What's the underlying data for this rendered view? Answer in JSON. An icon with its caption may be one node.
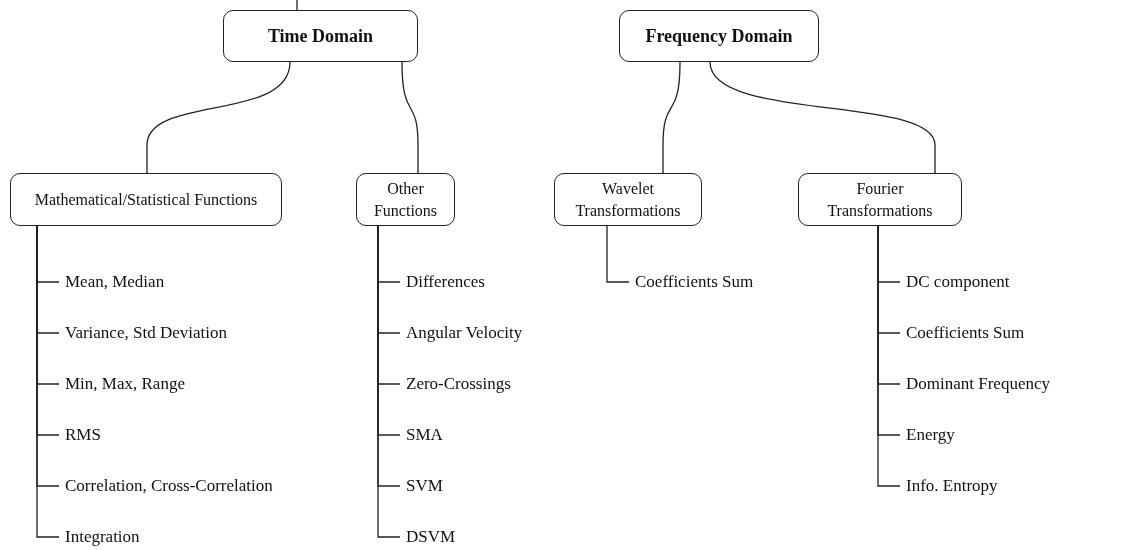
{
  "diagram": {
    "nodes": [
      {
        "text": [
          "Time Domain"
        ]
      },
      {
        "text": [
          "Frequency Domain"
        ]
      },
      {
        "text": [
          "Mathematical/Statistical Functions"
        ]
      },
      {
        "text": [
          "Other Functions"
        ]
      },
      {
        "text": [
          "Wavelet Transformations"
        ]
      },
      {
        "text": [
          "Fourier Transformations"
        ]
      },
      {
        "text": [
          "Mean, Median"
        ]
      },
      {
        "text": [
          "Variance, Std Deviation"
        ]
      },
      {
        "text": [
          "Min, Max, Range"
        ]
      },
      {
        "text": [
          "RMS"
        ]
      },
      {
        "text": [
          "Correlation, Cross-Correlation"
        ]
      },
      {
        "text": [
          "Integration"
        ]
      },
      {
        "text": [
          "Differences"
        ]
      },
      {
        "text": [
          "Angular Velocity"
        ]
      },
      {
        "text": [
          "Zero-Crossings"
        ]
      },
      {
        "text": [
          "SMA"
        ]
      },
      {
        "text": [
          "SVM"
        ]
      },
      {
        "text": [
          "DSVM"
        ]
      },
      {
        "text": [
          "Coefficients Sum"
        ]
      },
      {
        "text": [
          "DC component"
        ]
      },
      {
        "text": [
          "Coefficients Sum"
        ]
      },
      {
        "text": [
          "Dominant Frequency"
        ]
      },
      {
        "text": [
          "Energy"
        ]
      },
      {
        "text": [
          "Info. Entropy"
        ]
      }
    ],
    "edges": [
      {
        "from": null,
        "to": 0,
        "arrow": "none"
      },
      {
        "from": 0,
        "to": 2,
        "arrow": "none"
      },
      {
        "from": 0,
        "to": 3,
        "arrow": "none"
      },
      {
        "from": 1,
        "to": 4,
        "arrow": "none"
      },
      {
        "from": 1,
        "to": 5,
        "arrow": "none"
      },
      {
        "from": 2,
        "to": 6,
        "arrow": "none"
      },
      {
        "from": 2,
        "to": 7,
        "arrow": "none"
      },
      {
        "from": 2,
        "to": 8,
        "arrow": "none"
      },
      {
        "from": 2,
        "to": 9,
        "arrow": "none"
      },
      {
        "from": 2,
        "to": 10,
        "arrow": "none"
      },
      {
        "from": 2,
        "to": 11,
        "arrow": "none"
      },
      {
        "from": 3,
        "to": 12,
        "arrow": "none"
      },
      {
        "from": 3,
        "to": 13,
        "arrow": "none"
      },
      {
        "from": 3,
        "to": 14,
        "arrow": "none"
      },
      {
        "from": 3,
        "to": 15,
        "arrow": "none"
      },
      {
        "from": 3,
        "to": 16,
        "arrow": "none"
      },
      {
        "from": 3,
        "to": 17,
        "arrow": "none"
      },
      {
        "from": 4,
        "to": 18,
        "arrow": "none"
      },
      {
        "from": 5,
        "to": 19,
        "arrow": "none"
      },
      {
        "from": 5,
        "to": 20,
        "arrow": "none"
      },
      {
        "from": 5,
        "to": 21,
        "arrow": "none"
      },
      {
        "from": 5,
        "to": 22,
        "arrow": "none"
      },
      {
        "from": 5,
        "to": 23,
        "arrow": "none"
      }
    ]
  }
}
